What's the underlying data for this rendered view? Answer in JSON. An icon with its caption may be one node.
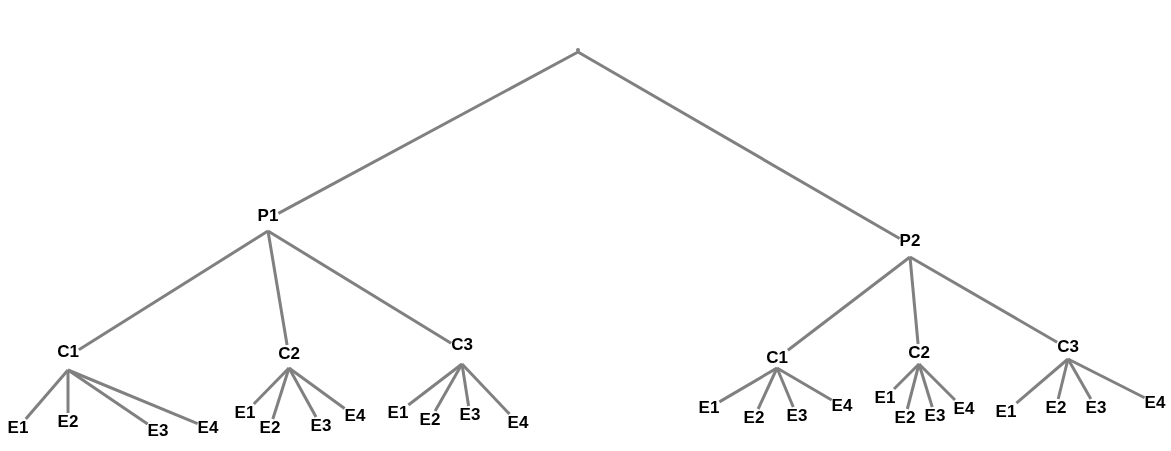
{
  "diagram": {
    "nodes": [
      {
        "text": [],
        "shape": "point"
      },
      {
        "text": [
          "P1"
        ]
      },
      {
        "text": [
          "P2"
        ]
      },
      {
        "text": [
          "C1"
        ]
      },
      {
        "text": [
          "C2"
        ]
      },
      {
        "text": [
          "C3"
        ]
      },
      {
        "text": [
          "C1"
        ]
      },
      {
        "text": [
          "C2"
        ]
      },
      {
        "text": [
          "C3"
        ]
      },
      {
        "text": [
          "E1"
        ]
      },
      {
        "text": [
          "E2"
        ]
      },
      {
        "text": [
          "E3"
        ]
      },
      {
        "text": [
          "E4"
        ]
      },
      {
        "text": [
          "E1"
        ]
      },
      {
        "text": [
          "E2"
        ]
      },
      {
        "text": [
          "E3"
        ]
      },
      {
        "text": [
          "E4"
        ]
      },
      {
        "text": [
          "E1"
        ]
      },
      {
        "text": [
          "E2"
        ]
      },
      {
        "text": [
          "E3"
        ]
      },
      {
        "text": [
          "E4"
        ]
      },
      {
        "text": [
          "E1"
        ]
      },
      {
        "text": [
          "E2"
        ]
      },
      {
        "text": [
          "E3"
        ]
      },
      {
        "text": [
          "E4"
        ]
      },
      {
        "text": [
          "E1"
        ]
      },
      {
        "text": [
          "E2"
        ]
      },
      {
        "text": [
          "E3"
        ]
      },
      {
        "text": [
          "E4"
        ]
      },
      {
        "text": [
          "E1"
        ]
      },
      {
        "text": [
          "E2"
        ]
      },
      {
        "text": [
          "E3"
        ]
      },
      {
        "text": [
          "E4"
        ]
      }
    ],
    "edges": [
      {
        "from": 0,
        "to": 1,
        "arrow": "none"
      },
      {
        "from": 0,
        "to": 2,
        "arrow": "none"
      },
      {
        "from": 1,
        "to": 3,
        "arrow": "none"
      },
      {
        "from": 1,
        "to": 4,
        "arrow": "none"
      },
      {
        "from": 1,
        "to": 5,
        "arrow": "none"
      },
      {
        "from": 2,
        "to": 6,
        "arrow": "none"
      },
      {
        "from": 2,
        "to": 7,
        "arrow": "none"
      },
      {
        "from": 2,
        "to": 8,
        "arrow": "none"
      },
      {
        "from": 3,
        "to": 9,
        "arrow": "none"
      },
      {
        "from": 3,
        "to": 10,
        "arrow": "none"
      },
      {
        "from": 3,
        "to": 11,
        "arrow": "none"
      },
      {
        "from": 3,
        "to": 12,
        "arrow": "none"
      },
      {
        "from": 4,
        "to": 13,
        "arrow": "none"
      },
      {
        "from": 4,
        "to": 14,
        "arrow": "none"
      },
      {
        "from": 4,
        "to": 15,
        "arrow": "none"
      },
      {
        "from": 4,
        "to": 16,
        "arrow": "none"
      },
      {
        "from": 5,
        "to": 17,
        "arrow": "none"
      },
      {
        "from": 5,
        "to": 18,
        "arrow": "none"
      },
      {
        "from": 5,
        "to": 19,
        "arrow": "none"
      },
      {
        "from": 5,
        "to": 20,
        "arrow": "none"
      },
      {
        "from": 6,
        "to": 21,
        "arrow": "none"
      },
      {
        "from": 6,
        "to": 22,
        "arrow": "none"
      },
      {
        "from": 6,
        "to": 23,
        "arrow": "none"
      },
      {
        "from": 6,
        "to": 24,
        "arrow": "none"
      },
      {
        "from": 7,
        "to": 25,
        "arrow": "none"
      },
      {
        "from": 7,
        "to": 26,
        "arrow": "none"
      },
      {
        "from": 7,
        "to": 27,
        "arrow": "none"
      },
      {
        "from": 7,
        "to": 28,
        "arrow": "none"
      },
      {
        "from": 8,
        "to": 29,
        "arrow": "none"
      },
      {
        "from": 8,
        "to": 30,
        "arrow": "none"
      },
      {
        "from": 8,
        "to": 31,
        "arrow": "none"
      },
      {
        "from": 8,
        "to": 32,
        "arrow": "none"
      }
    ]
  }
}
